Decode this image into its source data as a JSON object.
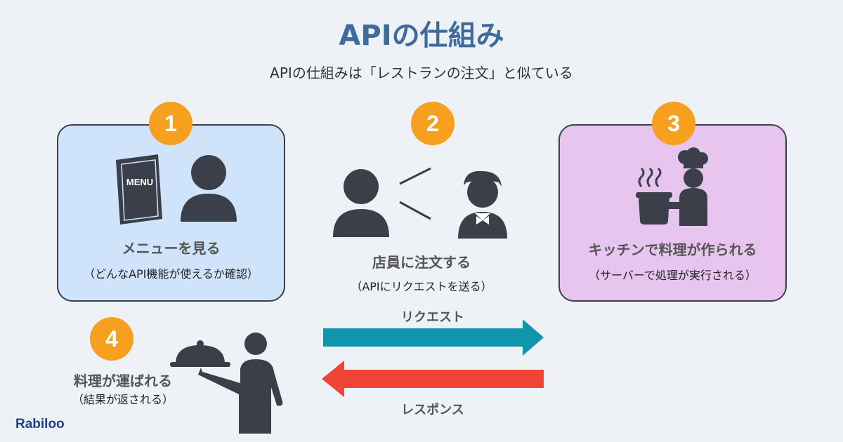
{
  "header": {
    "title": "APIの仕組み",
    "subtitle": "APIの仕組みは「レストランの注文」と似ている"
  },
  "steps": [
    {
      "number": "1",
      "label": "メニューを見る",
      "sub": "（どんなAPI機能が使えるか確認）",
      "icon_text": "MENU",
      "color": "#cfe4fb"
    },
    {
      "number": "2",
      "label": "店員に注文する",
      "sub": "（APIにリクエストを送る）"
    },
    {
      "number": "3",
      "label": "キッチンで料理が作られる",
      "sub": "（サーバーで処理が実行される）",
      "color": "#e7c5ef"
    },
    {
      "number": "4",
      "label": "料理が運ばれる",
      "sub": "（結果が返される）"
    }
  ],
  "arrows": {
    "request_label": "リクエスト",
    "request_color": "#0f96ab",
    "response_label": "レスポンス",
    "response_color": "#f04437"
  },
  "brand": {
    "logo": "Rabiloo",
    "badge_color": "#f7a020",
    "icon_color": "#3a3f4a"
  }
}
